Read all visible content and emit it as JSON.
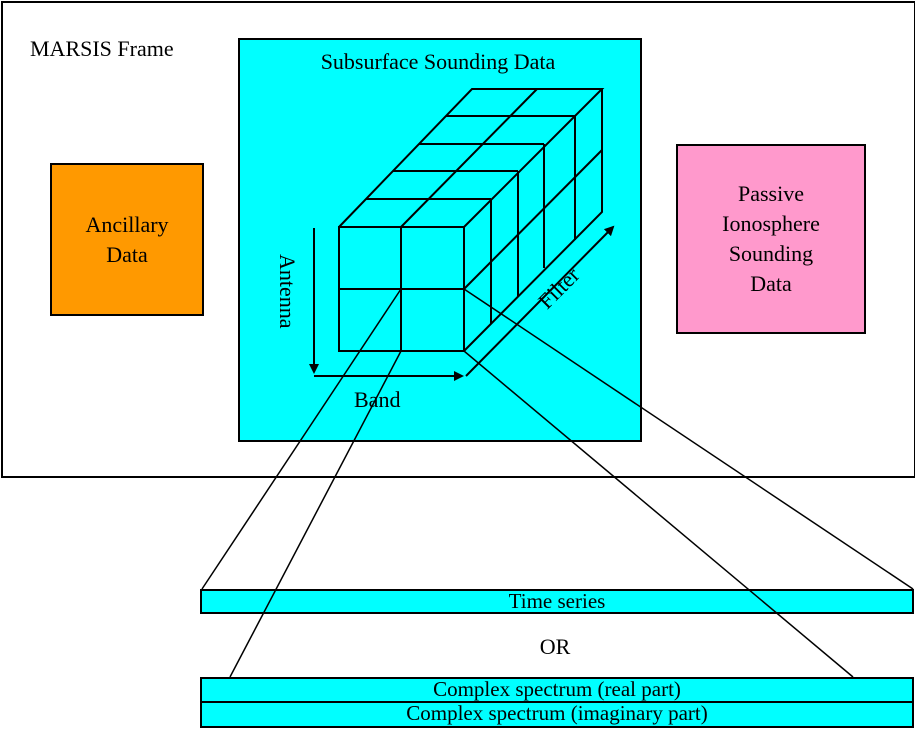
{
  "frame": {
    "title": "MARSIS Frame"
  },
  "subsurface": {
    "title": "Subsurface Sounding Data"
  },
  "ancillary": {
    "line1": "Ancillary",
    "line2": "Data"
  },
  "passive": {
    "line1": "Passive",
    "line2": "Ionosphere",
    "line3": "Sounding",
    "line4": "Data"
  },
  "cube": {
    "axis_antenna": "Antenna",
    "axis_band": "Band",
    "axis_filter": "Filter"
  },
  "outputs": {
    "time_series": "Time series",
    "or": "OR",
    "complex_real": "Complex spectrum (real part)",
    "complex_imag": "Complex spectrum (imaginary part)"
  },
  "colors": {
    "subsurface_fill": "#00ffff",
    "ancillary_fill": "#ff9900",
    "passive_fill": "#ff99cc",
    "bar_fill": "#00ffff"
  }
}
